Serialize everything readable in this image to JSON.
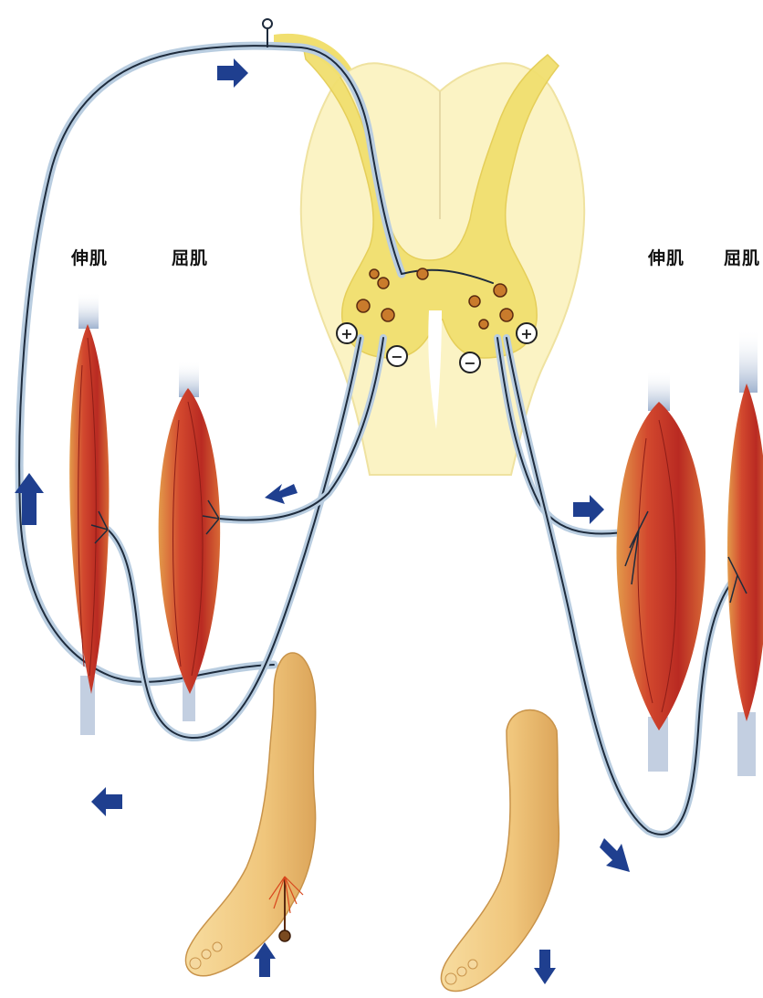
{
  "labels": {
    "left_extensor": "伸肌",
    "left_flexor": "屈肌",
    "right_extensor": "伸肌",
    "right_flexor": "屈肌"
  },
  "signs": {
    "excitatory": "⊕",
    "inhibitory": "⊖"
  },
  "colors": {
    "spinal_white_matter": "#fbf3c4",
    "spinal_gray_matter": "#f1df6f",
    "muscle": "#c9352a",
    "nerve": "#b9cde0",
    "arrow": "#1f3f8f",
    "skin": "#f2cf88"
  }
}
